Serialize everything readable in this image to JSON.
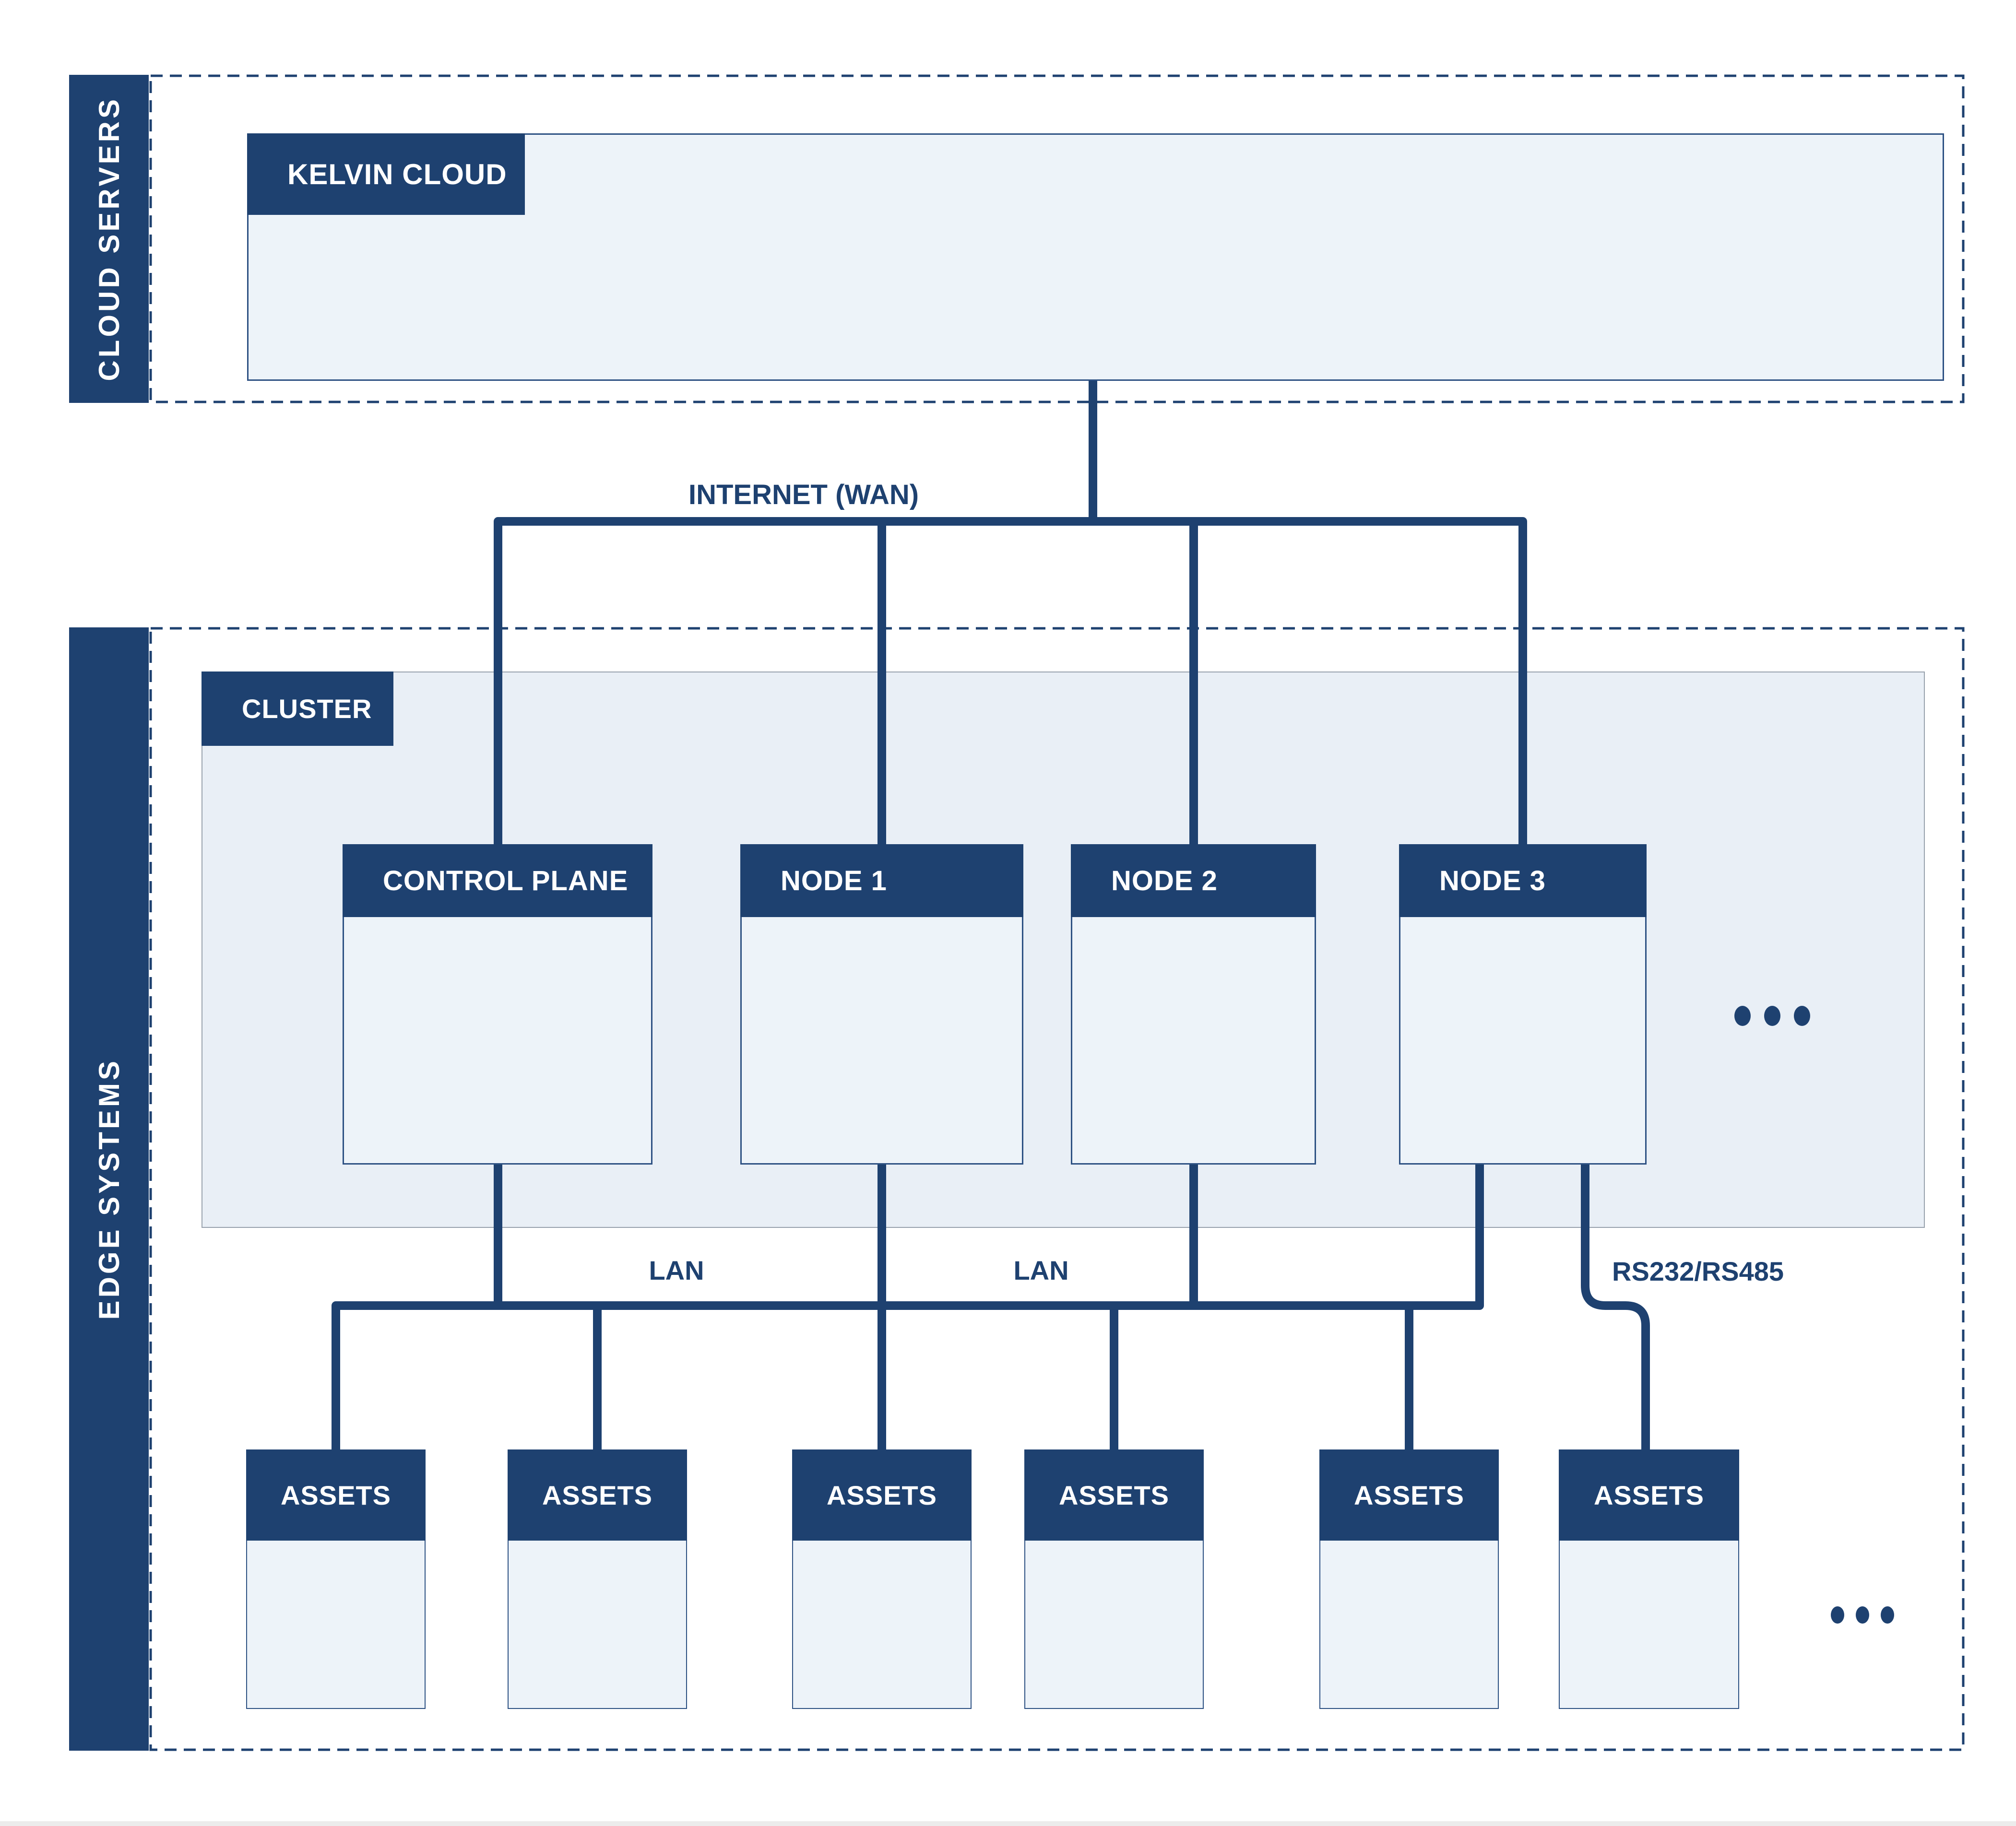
{
  "colors": {
    "navy": "#1e4170",
    "box_fill": "#edf3f9",
    "cluster_fill": "#e9eff6",
    "box_border": "#2d5183",
    "cluster_border": "#98a2ad",
    "background": "#ffffff",
    "text_on_dark": "#ffffff"
  },
  "cloud": {
    "sidebar_label": "CLOUD SERVERS",
    "kelvin_label": "KELVIN CLOUD"
  },
  "connections": {
    "wan_label": "INTERNET (WAN)",
    "lan_labels": [
      "LAN",
      "LAN"
    ],
    "serial_label": "RS232/RS485"
  },
  "edge": {
    "sidebar_label": "EDGE SYSTEMS",
    "cluster_label": "CLUSTER",
    "nodes": [
      "CONTROL PLANE",
      "NODE 1",
      "NODE 2",
      "NODE 3"
    ],
    "assets": [
      "ASSETS",
      "ASSETS",
      "ASSETS",
      "ASSETS",
      "ASSETS",
      "ASSETS"
    ]
  }
}
